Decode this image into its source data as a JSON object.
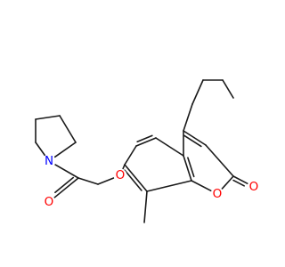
{
  "molecule": {
    "atoms": [
      {
        "id": "pyrrolidine-n",
        "label": "N",
        "color": "#0000ff"
      },
      {
        "id": "amide-o",
        "label": "O",
        "color": "#ff0000"
      },
      {
        "id": "ether-o",
        "label": "O",
        "color": "#ff0000"
      },
      {
        "id": "ring-o",
        "label": "O",
        "color": "#ff0000"
      },
      {
        "id": "carbonyl-o",
        "label": "O",
        "color": "#ff0000"
      }
    ],
    "bond_color": "#1a1a1a"
  }
}
